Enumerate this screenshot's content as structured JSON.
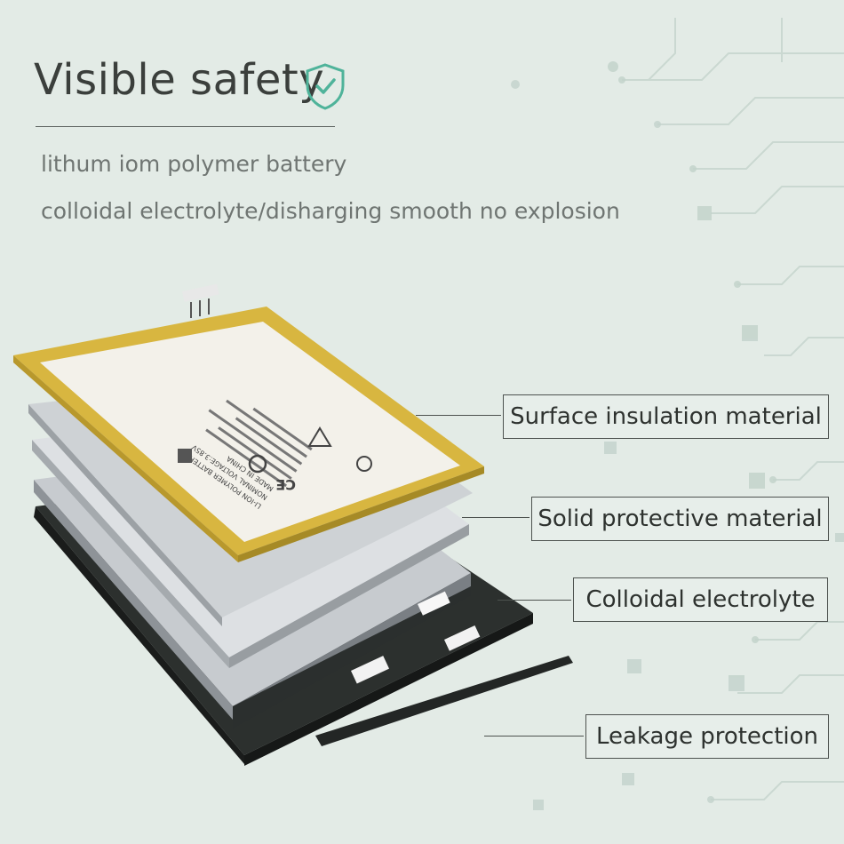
{
  "header": {
    "title": "Visible safety",
    "subtitle_line1": "lithum iom polymer battery",
    "subtitle_line2": "colloidal electrolyte/disharging smooth no explosion"
  },
  "labels": {
    "surface": "Surface insulation material",
    "solid": "Solid protective material",
    "colloidal": "Colloidal electrolyte",
    "leakage": "Leakage protection"
  },
  "battery_label": {
    "line1": "LI-ION POLYMER BATTERY",
    "line2": "NOMINAL VOLTAGE:3.85V",
    "line3": "MADE IN CHINA"
  },
  "colors": {
    "background": "#e3ebe6",
    "accent": "#4fb39a",
    "frame": "#d8b640",
    "text": "#3b3f3c"
  }
}
